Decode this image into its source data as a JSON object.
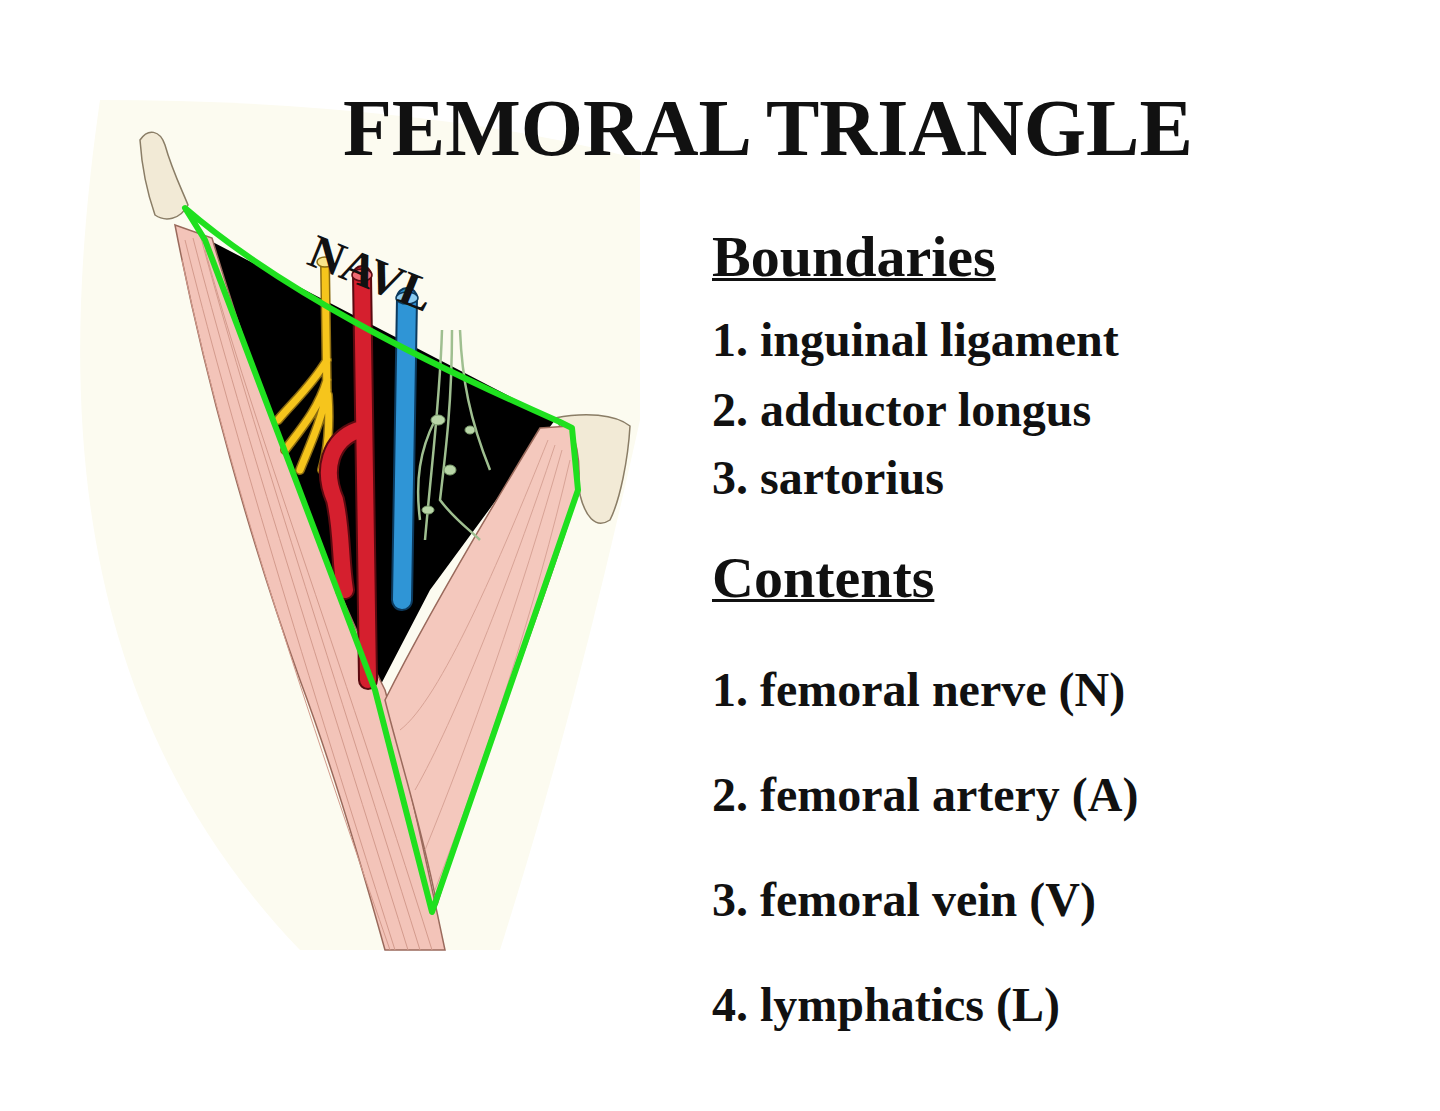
{
  "diagram": {
    "title": "FEMORAL TRIANGLE",
    "labels": [
      "NAVL",
      "Boundaries",
      "1. inguinal ligament",
      "2. adductor longus",
      "3. sartorius",
      "Contents",
      "1. femoral nerve (N)",
      "2. femoral artery (A)",
      "3. femoral vein (V)",
      "4. lymphatics (L)"
    ]
  }
}
